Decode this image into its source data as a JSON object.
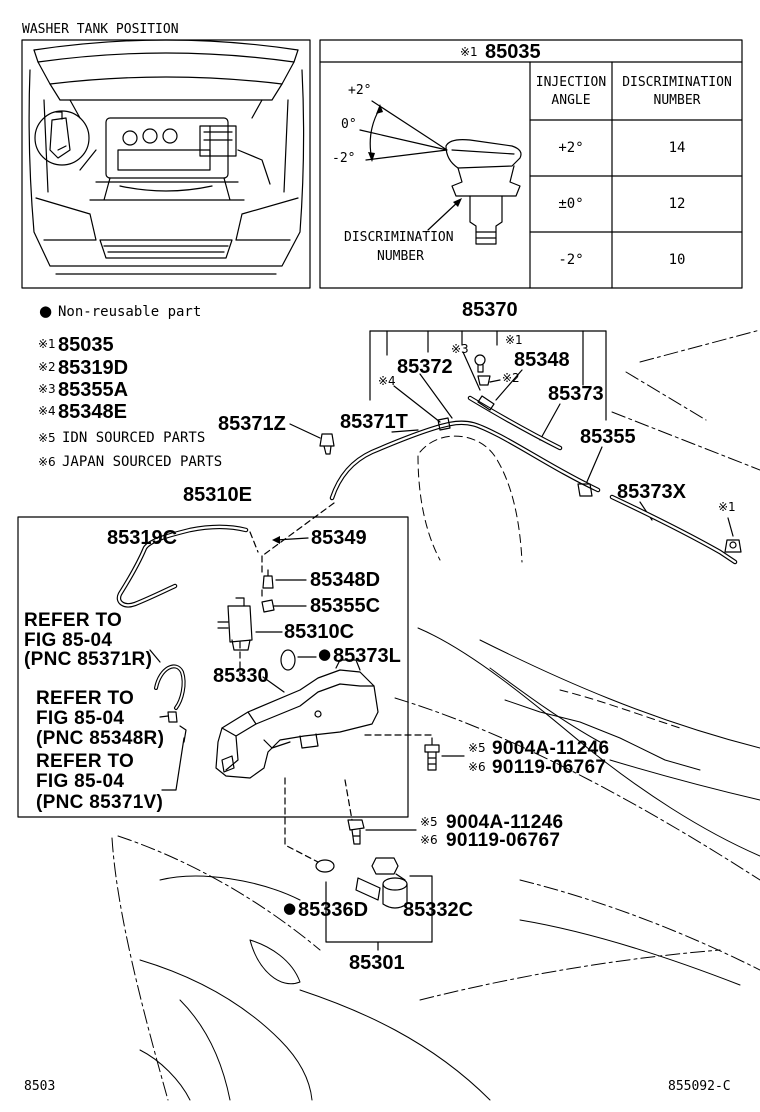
{
  "inset": {
    "title": "WASHER TANK POSITION"
  },
  "nozzle_spec": {
    "mark": "※1",
    "part_no": "85035",
    "angles": {
      "plus": "+2°",
      "zero": "0°",
      "minus": "-2°"
    },
    "drawing_label": {
      "line1": "DISCRIMINATION",
      "line2": "NUMBER"
    },
    "col_angle": {
      "line1": "INJECTION",
      "line2": "ANGLE"
    },
    "col_number": {
      "line1": "DISCRIMINATION",
      "line2": "NUMBER"
    },
    "rows": [
      {
        "angle": "+2°",
        "number": "14"
      },
      {
        "angle": "±0°",
        "number": "12"
      },
      {
        "angle": "-2°",
        "number": "10"
      }
    ]
  },
  "legend": {
    "bullet": "●",
    "non_reusable": "Non-reusable part",
    "notes": [
      {
        "mark": "※1",
        "text": "85035"
      },
      {
        "mark": "※2",
        "text": "85319D"
      },
      {
        "mark": "※3",
        "text": "85355A"
      },
      {
        "mark": "※4",
        "text": "85348E"
      },
      {
        "mark": "※5",
        "text": "IDN SOURCED PARTS"
      },
      {
        "mark": "※6",
        "text": "JAPAN SOURCED PARTS"
      }
    ]
  },
  "callouts": {
    "assy_85370": "85370",
    "p85372": "85372",
    "mark3": "※3",
    "mark1_top": "※1",
    "p85348": "85348",
    "mark2": "※2",
    "mark4": "※4",
    "p85373": "85373",
    "p85371Z": "85371Z",
    "p85371T": "85371T",
    "p85355": "85355",
    "p85373X": "85373X",
    "mark1_end": "※1",
    "assy_85310E": "85310E",
    "p85319C": "85319C",
    "p85349": "85349",
    "p85348D": "85348D",
    "p85355C": "85355C",
    "p85310C": "85310C",
    "p85373L": {
      "bullet": "●",
      "text": "85373L"
    },
    "p85330": "85330",
    "p85336D": {
      "bullet": "●",
      "text": "85336D"
    },
    "p85332C": "85332C",
    "assy_85301": "85301"
  },
  "refer_notes": [
    {
      "lines": [
        "REFER TO",
        "FIG 85-04",
        "(PNC 85371R)"
      ]
    },
    {
      "lines": [
        "REFER TO",
        "FIG 85-04",
        "(PNC 85348R)"
      ]
    },
    {
      "lines": [
        "REFER TO",
        "FIG 85-04",
        "(PNC 85371V)"
      ]
    }
  ],
  "fastener_notes": [
    {
      "items": [
        {
          "mark": "※5",
          "text": "9004A-11246"
        },
        {
          "mark": "※6",
          "text": "90119-06767"
        }
      ]
    },
    {
      "items": [
        {
          "mark": "※5",
          "text": "9004A-11246"
        },
        {
          "mark": "※6",
          "text": "90119-06767"
        }
      ]
    }
  ],
  "footer": {
    "fig_no": "8503",
    "drawing_no": "855092-C"
  }
}
